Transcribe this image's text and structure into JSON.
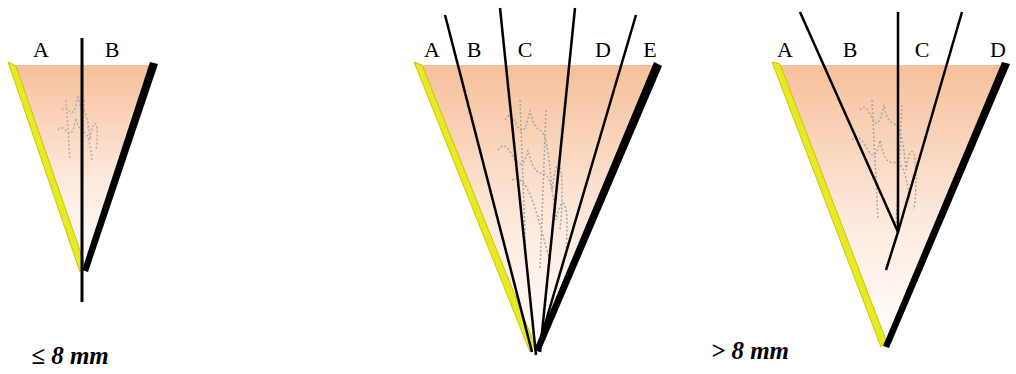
{
  "diagram": {
    "labels": [
      "A",
      "B",
      "A",
      "B",
      "C",
      "D",
      "E",
      "A",
      "B",
      "C",
      "D",
      "≤ 8 mm",
      "> 8 mm"
    ]
  }
}
